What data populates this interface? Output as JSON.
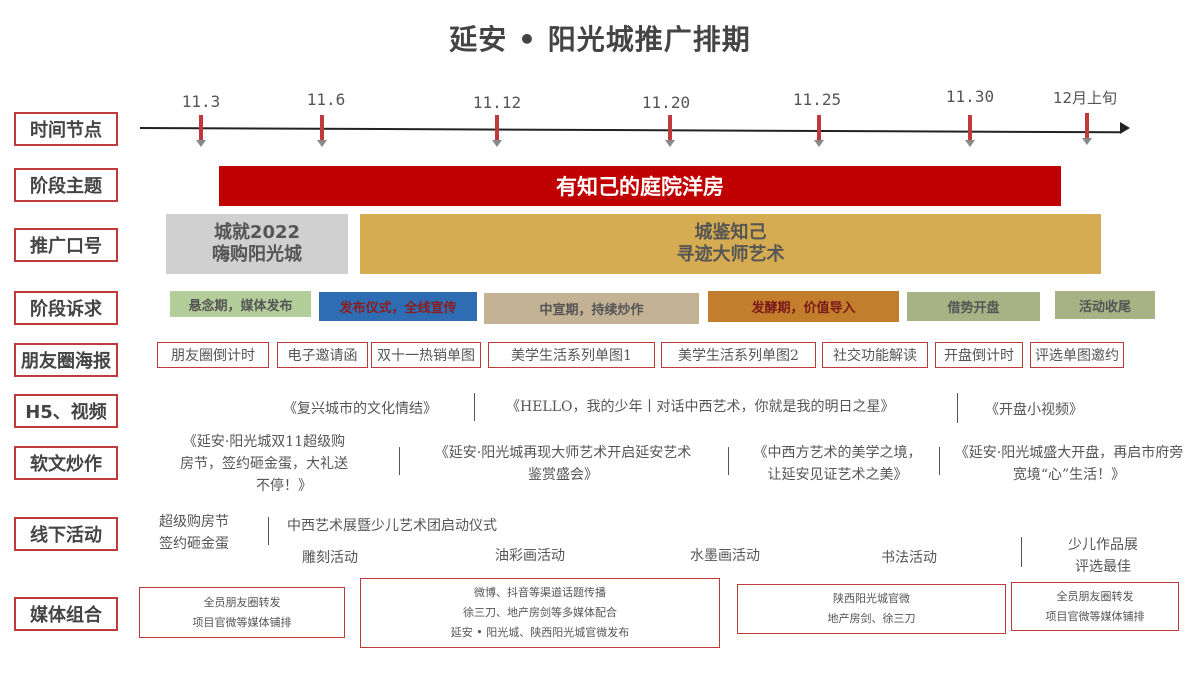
{
  "title": "延安 • 阳光城推广排期",
  "row_labels": {
    "time": "时间节点",
    "theme": "阶段主题",
    "slogan": "推广口号",
    "appeal": "阶段诉求",
    "moments": "朋友圈海报",
    "h5": "H5、视频",
    "softtext": "软文炒作",
    "offline": "线下活动",
    "media": "媒体组合"
  },
  "dates": [
    "11.3",
    "11.6",
    "11.12",
    "11.20",
    "11.25",
    "11.30",
    "12月上旬"
  ],
  "theme": "有知己的庭院洋房",
  "slogans": {
    "first_line1": "城就2022",
    "first_line2": "嗨购阳光城",
    "second_line1": "城鉴知己",
    "second_line2": "寻迹大师艺术"
  },
  "phases": [
    {
      "label": "悬念期，媒体发布",
      "color": "#b4ce9b"
    },
    {
      "label": "发布仪式，全线宣传",
      "color": "#2e6db4"
    },
    {
      "label": "中宣期，持续炒作",
      "color": "#c4b295"
    },
    {
      "label": "发酵期，价值导入",
      "color": "#c27e2c"
    },
    {
      "label": "借势开盘",
      "color": "#a7b384"
    },
    {
      "label": "活动收尾",
      "color": "#a7b384"
    }
  ],
  "posters": [
    "朋友圈倒计时",
    "电子邀请函",
    "双十一热销单图",
    "美学生活系列单图1",
    "美学生活系列单图2",
    "社交功能解读",
    "开盘倒计时",
    "评选单图邀约"
  ],
  "h5": [
    "《复兴城市的文化情结》",
    "《HELLO，我的少年丨对话中西艺术，你就是我的明日之星》",
    "《开盘小视频》"
  ],
  "softtext": [
    {
      "line1": "《延安·阳光城双11超级购",
      "line2": "房节，签约砸金蛋，大礼送",
      "line3": "不停！》"
    },
    {
      "line1": "《延安·阳光城再现大师艺术开启延安艺术",
      "line2": "鉴赏盛会》"
    },
    {
      "line1": "《中西方艺术的美学之境，",
      "line2": "让延安见证艺术之美》"
    },
    {
      "line1": "《延安·阳光城盛大开盘，再启市府旁",
      "line2": "宽境“心”生活！》"
    }
  ],
  "offline": {
    "a1": "超级购房节",
    "a2": "签约砸金蛋",
    "b": "中西艺术展暨少儿艺术团启动仪式",
    "c": "雕刻活动",
    "d": "油彩画活动",
    "e": "水墨画活动",
    "f": "书法活动",
    "g1": "少儿作品展",
    "g2": "评选最佳"
  },
  "media": [
    {
      "l1": "全员朋友圈转发",
      "l2": "项目官微等媒体铺排"
    },
    {
      "l1": "微博、抖音等渠道话题传播",
      "l2": "徐三刀、地产房剑等多媒体配合",
      "l3": "延安 • 阳光城、陕西阳光城官微发布"
    },
    {
      "l1": "陕西阳光城官微",
      "l2": "地产房剑、徐三刀"
    },
    {
      "l1": "全员朋友圈转发",
      "l2": "项目官微等媒体铺排"
    }
  ],
  "colors": {
    "accent_red": "#c00000",
    "label_border": "#c0393b",
    "gold": "#d6ac52",
    "gray": "#d0d0d0"
  }
}
